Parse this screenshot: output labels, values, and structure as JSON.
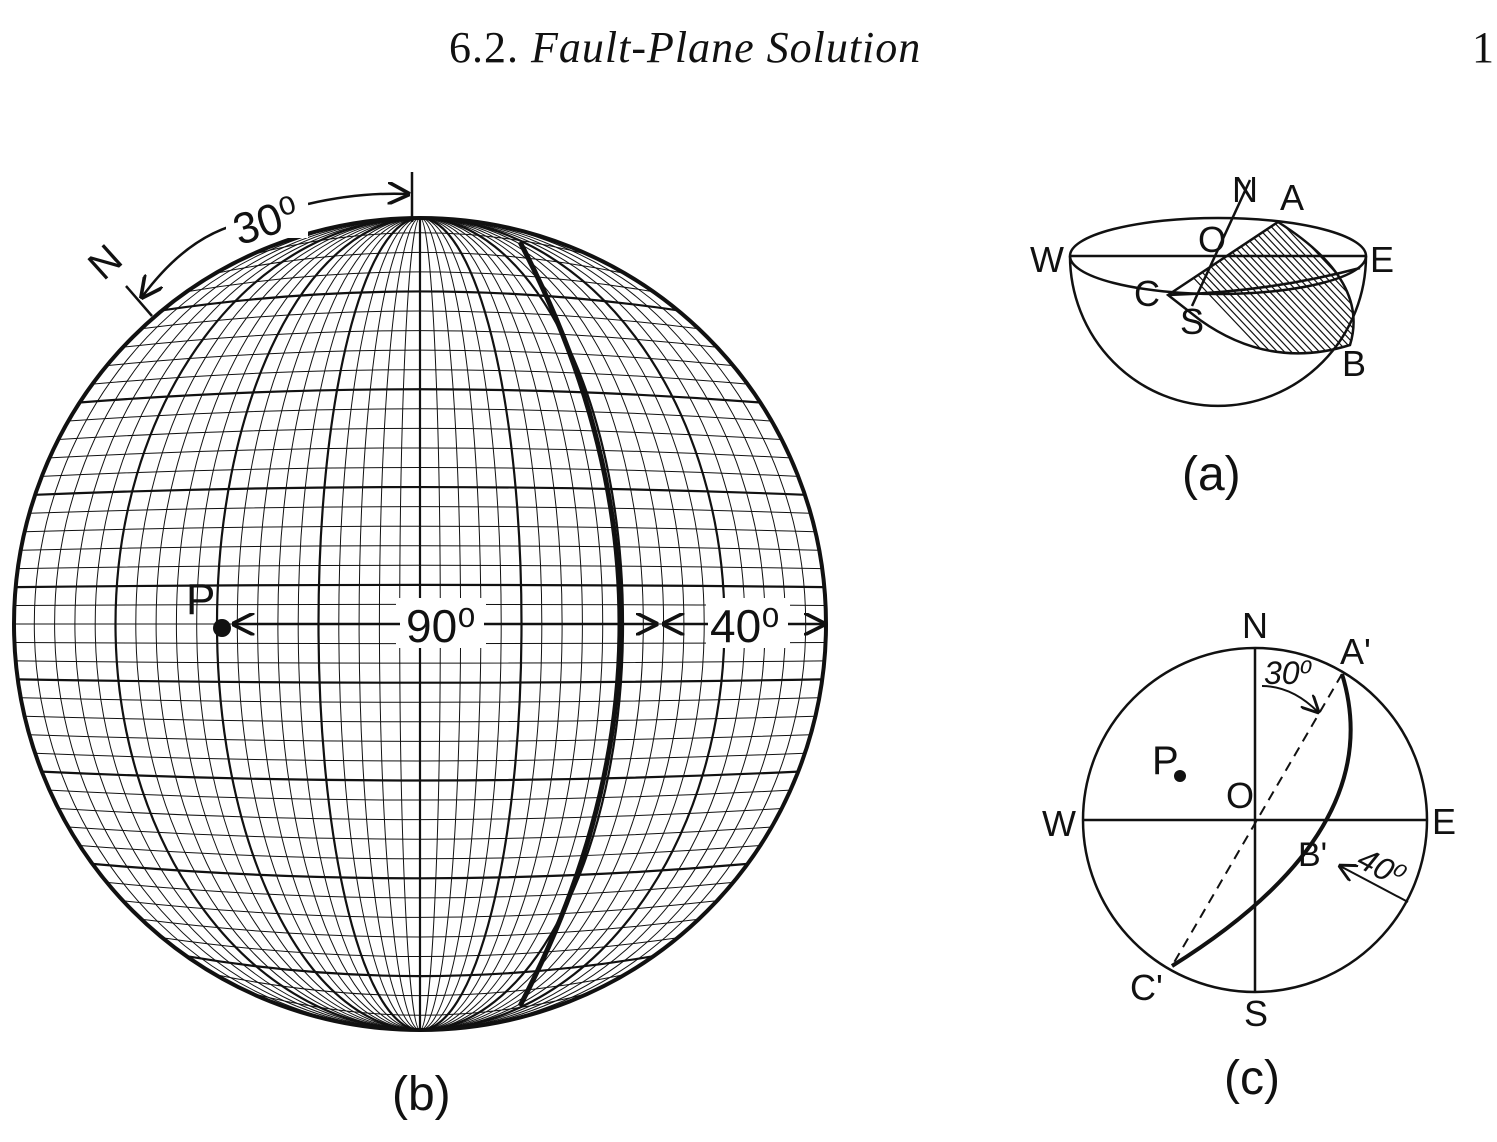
{
  "header": {
    "section_number": "6.2.",
    "section_title": "Fault-Plane Solution",
    "page_number": "1"
  },
  "figure": {
    "panel_b": {
      "caption": "(b)",
      "north_label": "N",
      "strike_angle_label": "30⁰",
      "point_label": "P",
      "great_circle_distance_label": "90⁰",
      "dip_angle_label": "40⁰"
    },
    "panel_a": {
      "caption": "(a)",
      "labels": {
        "north": "N",
        "a": "A",
        "origin": "O",
        "west": "W",
        "east": "E",
        "c": "C",
        "south": "S",
        "b": "B"
      }
    },
    "panel_c": {
      "caption": "(c)",
      "labels": {
        "north": "N",
        "a_prime": "A'",
        "strike_angle": "30⁰",
        "point": "P",
        "origin": "O",
        "west": "W",
        "east": "E",
        "b_prime": "B'",
        "dip_angle": "40⁰",
        "c_prime": "C'",
        "south": "S"
      }
    }
  }
}
